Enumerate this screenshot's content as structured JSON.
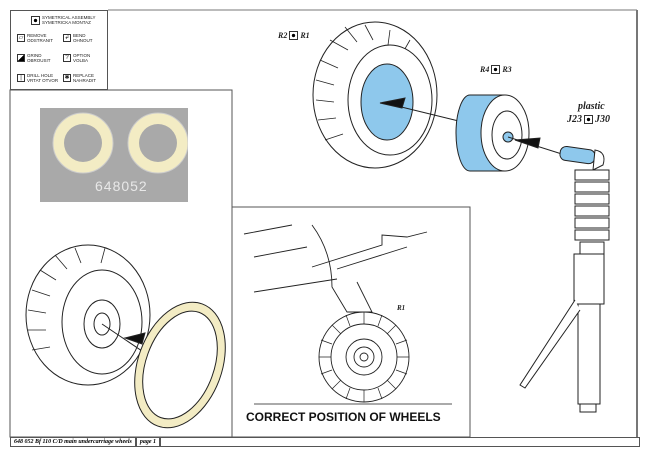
{
  "legend": {
    "items": [
      {
        "icon": "symmetrical-assembly-icon",
        "text": "SYMETRICAL ASSEMBLY SYMETRICKA MONTAZ"
      },
      {
        "icon": "remove-icon",
        "text": "REMOVE ODSTRANIT"
      },
      {
        "icon": "bend-icon",
        "text": "BEND OHNOUT"
      },
      {
        "icon": "grind-icon",
        "text": "GRIND OBROUSIT"
      },
      {
        "icon": "option-icon",
        "text": "OPTION VOLBA"
      },
      {
        "icon": "drill-hole-icon",
        "text": "DRILL HOLE VRTAT OTVOR"
      },
      {
        "icon": "replace-icon",
        "text": "REPLACE NAHRADIT"
      }
    ]
  },
  "labels": {
    "r2": "R2",
    "r1": "R1",
    "r4": "R4",
    "r3": "R3",
    "plastic": "plastic",
    "j23": "J23",
    "j30": "J30",
    "r1_detail": "R1"
  },
  "fret_code": "648052",
  "caption": "CORRECT POSITION OF WHEELS",
  "footer": {
    "title": "648 052  Bf 110 C/D main undercarriage wheels",
    "page": "page 1"
  },
  "colors": {
    "part_blue": "#8ec8ec",
    "brass": "#f3ecc4",
    "fret_gray": "#a9a9a9"
  }
}
